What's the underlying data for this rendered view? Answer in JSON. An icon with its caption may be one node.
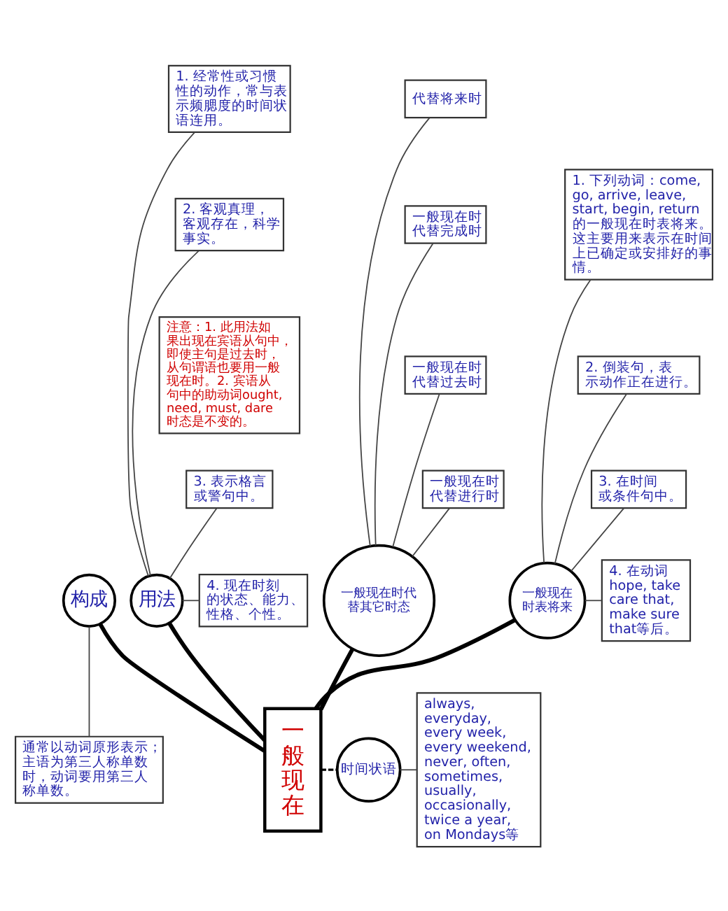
{
  "diagram": {
    "nodes": [
      {
        "text": [
          "一般现在"
        ]
      },
      {
        "text": [
          "用法"
        ]
      },
      {
        "text": [
          "构成"
        ]
      },
      {
        "text": [
          "一般现在时代替其它时态"
        ]
      },
      {
        "text": [
          "一般现在时表将来"
        ]
      },
      {
        "text": [
          "时间状语"
        ]
      },
      {
        "text": [
          "1. 经常性或习惯性的动作，常与表示频腮度的时间状语连用。"
        ]
      },
      {
        "text": [
          "2. 客观真理，客观存在，科学事实。"
        ]
      },
      {
        "text": [
          "注意：1. 此用法如果出现在宾语从句中，即使主句是过去时，从句谓语也要用一般现在时。2. 宾语从句中的助动词ought, need, must, dare 时态是不变的。"
        ]
      },
      {
        "text": [
          "3. 表示格言或警句中。"
        ]
      },
      {
        "text": [
          "4. 现在时刻的状态、能力、性格、个性。"
        ]
      },
      {
        "text": [
          "通常以动词原形表示；主语为第三人称单数时，动词要用第三人称单数。"
        ]
      },
      {
        "text": [
          "代替将来时"
        ]
      },
      {
        "text": [
          "一般现在时代替完成时"
        ]
      },
      {
        "text": [
          "一般现在时代替过去时"
        ]
      },
      {
        "text": [
          "一般现在时代替进行时"
        ]
      },
      {
        "text": [
          "1. 下列动词：come, go, arrive, leave, start, begin, return的一般现在时表将来。这主要用来表示在时间上已确定或安排好的事情。"
        ]
      },
      {
        "text": [
          "2. 倒装句，表示动作正在进行。"
        ]
      },
      {
        "text": [
          "3. 在时间或条件句中。"
        ]
      },
      {
        "text": [
          "4. 在动词 hope, take care that, make sure that等后。"
        ]
      },
      {
        "text": [
          "always, everyday, every week, every weekend, never, often, sometimes, usually, occasionally, twice a year, on Mondays等"
        ]
      }
    ],
    "edges": [
      {
        "from": 0,
        "to": 1,
        "arrow": "none",
        "style": "thick"
      },
      {
        "from": 0,
        "to": 2,
        "arrow": "none",
        "style": "thick"
      },
      {
        "from": 0,
        "to": 3,
        "arrow": "none",
        "style": "thick"
      },
      {
        "from": 0,
        "to": 4,
        "arrow": "none",
        "style": "thick"
      },
      {
        "from": 0,
        "to": 5,
        "arrow": "none",
        "style": "dashed"
      },
      {
        "from": 1,
        "to": 6,
        "arrow": "none"
      },
      {
        "from": 1,
        "to": 7,
        "arrow": "none"
      },
      {
        "from": 1,
        "to": 9,
        "arrow": "none"
      },
      {
        "from": 1,
        "to": 10,
        "arrow": "none"
      },
      {
        "from": 11,
        "to": 2,
        "arrow": "none"
      },
      {
        "from": 3,
        "to": 12,
        "arrow": "none"
      },
      {
        "from": 3,
        "to": 13,
        "arrow": "none"
      },
      {
        "from": 3,
        "to": 14,
        "arrow": "none"
      },
      {
        "from": 3,
        "to": 15,
        "arrow": "none"
      },
      {
        "from": 4,
        "to": 16,
        "arrow": "none"
      },
      {
        "from": 4,
        "to": 17,
        "arrow": "none"
      },
      {
        "from": 4,
        "to": 18,
        "arrow": "none"
      },
      {
        "from": 4,
        "to": 19,
        "arrow": "none"
      },
      {
        "from": 5,
        "to": 20,
        "arrow": "none"
      }
    ]
  }
}
